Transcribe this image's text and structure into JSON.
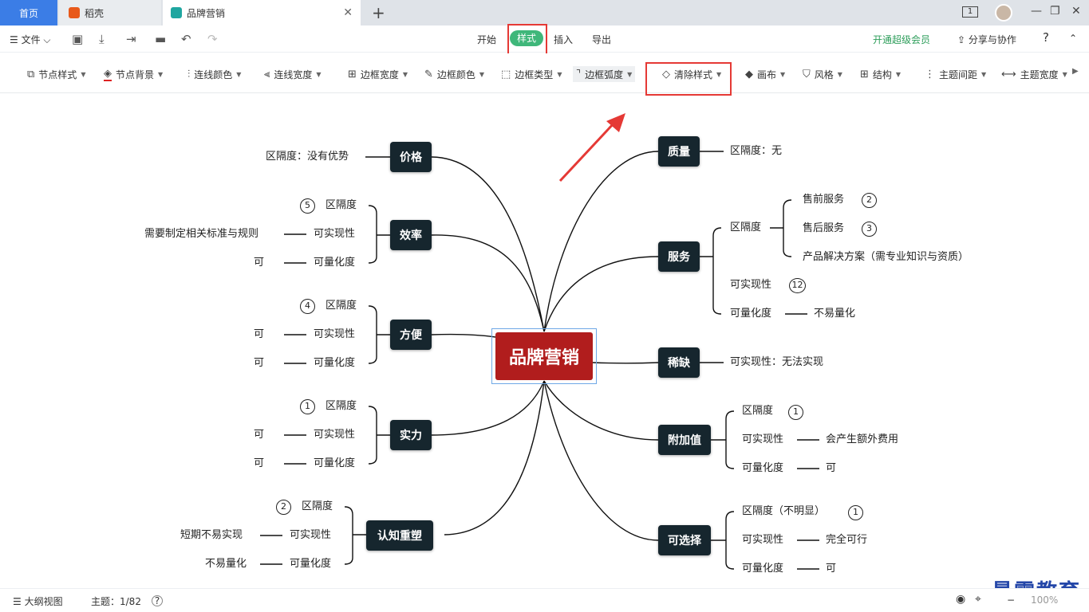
{
  "tabs": {
    "home": "首页",
    "docer": "稻壳",
    "active": "品牌营销"
  },
  "window": {
    "badge": "1"
  },
  "menu": {
    "file": "文件",
    "start": "开始",
    "style": "样式",
    "insert": "插入",
    "export": "导出",
    "vip": "开通超级会员",
    "share": "分享与协作"
  },
  "toolbar": {
    "node_style": "节点样式",
    "node_bg": "节点背景",
    "line_color": "连线颜色",
    "line_width": "连线宽度",
    "border_width": "边框宽度",
    "border_color": "边框颜色",
    "border_type": "边框类型",
    "border_radius": "边框弧度",
    "clear_style": "清除样式",
    "canvas": "画布",
    "theme_style": "风格",
    "structure": "结构",
    "topic_spacing": "主题间距",
    "topic_width": "主题宽度"
  },
  "mindmap": {
    "root": "品牌营销",
    "left": [
      {
        "title": "价格",
        "items": [
          {
            "label": "区隔度：没有优势"
          }
        ]
      },
      {
        "title": "效率",
        "items": [
          {
            "label": "区隔度",
            "badge": "5"
          },
          {
            "label": "可实现性",
            "detail": "需要制定相关标准与规则"
          },
          {
            "label": "可量化度",
            "detail": "可"
          }
        ]
      },
      {
        "title": "方便",
        "items": [
          {
            "label": "区隔度",
            "badge": "4"
          },
          {
            "label": "可实现性",
            "detail": "可"
          },
          {
            "label": "可量化度",
            "detail": "可"
          }
        ]
      },
      {
        "title": "实力",
        "items": [
          {
            "label": "区隔度",
            "badge": "1"
          },
          {
            "label": "可实现性",
            "detail": "可"
          },
          {
            "label": "可量化度",
            "detail": "可"
          }
        ]
      },
      {
        "title": "认知重塑",
        "items": [
          {
            "label": "区隔度",
            "badge": "2"
          },
          {
            "label": "可实现性",
            "detail": "短期不易实现"
          },
          {
            "label": "可量化度",
            "detail": "不易量化"
          }
        ]
      }
    ],
    "right": [
      {
        "title": "质量",
        "items": [
          {
            "label": "区隔度：无"
          }
        ]
      },
      {
        "title": "服务",
        "items": [
          {
            "label": "区隔度",
            "children": [
              {
                "label": "售前服务",
                "badge": "2"
              },
              {
                "label": "售后服务",
                "badge": "3"
              },
              {
                "label": "产品解决方案（需专业知识与资质）"
              }
            ]
          },
          {
            "label": "可实现性",
            "badge": "12"
          },
          {
            "label": "可量化度",
            "detail": "不易量化"
          }
        ]
      },
      {
        "title": "稀缺",
        "items": [
          {
            "label": "可实现性：无法实现"
          }
        ]
      },
      {
        "title": "附加值",
        "items": [
          {
            "label": "区隔度",
            "badge": "1"
          },
          {
            "label": "可实现性",
            "detail": "会产生额外费用"
          },
          {
            "label": "可量化度",
            "detail": "可"
          }
        ]
      },
      {
        "title": "可选择",
        "items": [
          {
            "label": "区隔度（不明显）",
            "badge": "1"
          },
          {
            "label": "可实现性",
            "detail": "完全可行"
          },
          {
            "label": "可量化度",
            "detail": "可"
          }
        ]
      }
    ]
  },
  "status": {
    "outline": "大纲视图",
    "topic_count": "主题：1/82",
    "zoom": "100%"
  },
  "watermark": "最需教育",
  "colors": {
    "accent_green": "#3fb77a",
    "root_red": "#b11d1d",
    "node_dark": "#16262e",
    "highlight_red": "#e53935"
  }
}
